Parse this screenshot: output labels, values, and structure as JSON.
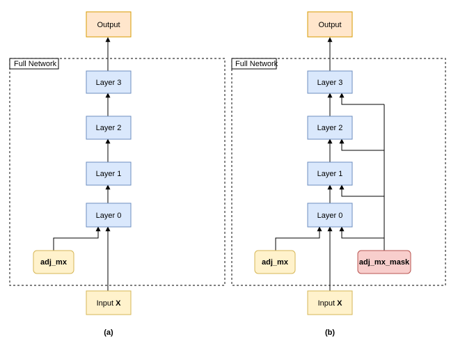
{
  "panels": [
    {
      "id": "a",
      "caption": "(a)",
      "container_label": "Full Network",
      "output_label": "Output",
      "layers": [
        "Layer 3",
        "Layer 2",
        "Layer 1",
        "Layer 0"
      ],
      "adj_label": "adj_mx",
      "input_label": "Input",
      "input_suffix": "X"
    },
    {
      "id": "b",
      "caption": "(b)",
      "container_label": "Full Network",
      "output_label": "Output",
      "layers": [
        "Layer 3",
        "Layer 2",
        "Layer 1",
        "Layer 0"
      ],
      "adj_label": "adj_mx",
      "mask_label": "adj_mx_mask",
      "input_label": "Input",
      "input_suffix": "X"
    }
  ],
  "colors": {
    "output_fill": "#FFE6CC",
    "output_stroke": "#D79B00",
    "layer_fill": "#DAE8FC",
    "layer_stroke": "#6C8EBF",
    "adj_fill": "#FFF2CC",
    "adj_stroke": "#D6B656",
    "mask_fill": "#F8CECC",
    "mask_stroke": "#B85450",
    "input_fill": "#FFF2CC",
    "input_stroke": "#D6B656"
  }
}
